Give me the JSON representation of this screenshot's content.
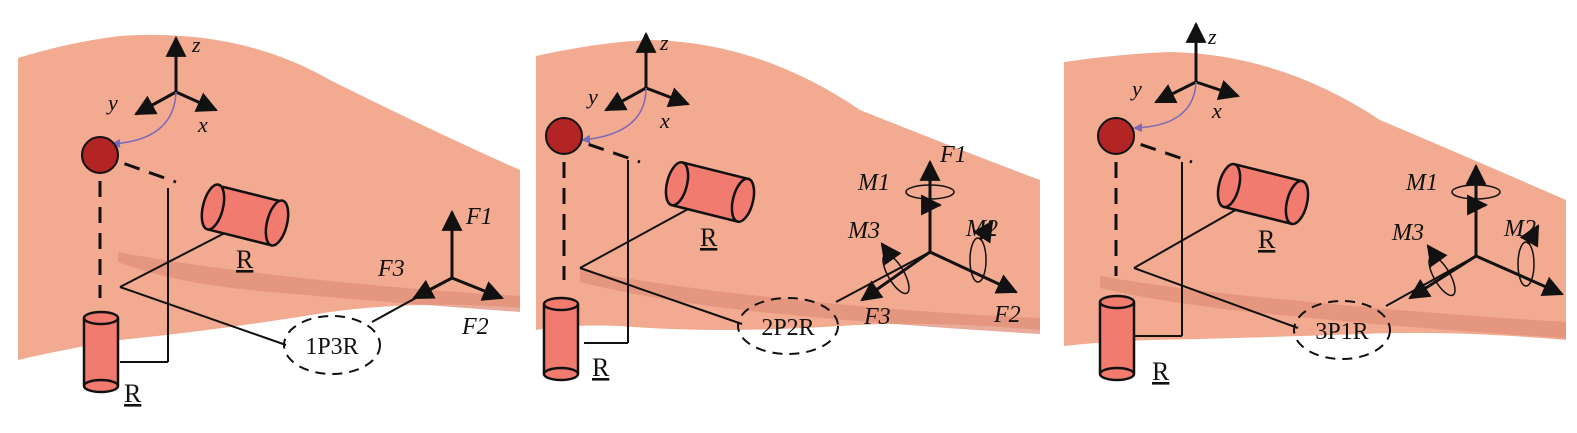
{
  "panels": [
    {
      "id": "1P3R",
      "coord_axes": {
        "x": "x",
        "y": "y",
        "z": "z"
      },
      "joint_labels": [
        "R",
        "R"
      ],
      "mechanism_label": "1P3R",
      "forces": [
        "F1",
        "F2",
        "F3"
      ],
      "moments": []
    },
    {
      "id": "2P2R",
      "coord_axes": {
        "x": "x",
        "y": "y",
        "z": "z"
      },
      "joint_labels": [
        "R",
        "R"
      ],
      "mechanism_label": "2P2R",
      "forces": [
        "F1",
        "F2",
        "F3"
      ],
      "moments": [
        "M1",
        "M2",
        "M3"
      ]
    },
    {
      "id": "3P1R",
      "coord_axes": {
        "x": "x",
        "y": "y",
        "z": "z"
      },
      "joint_labels": [
        "R",
        "R"
      ],
      "mechanism_label": "3P1R",
      "forces": [],
      "moments": [
        "M1",
        "M2",
        "M3"
      ]
    }
  ],
  "colors": {
    "skin": "#f2aa90",
    "skin_fold": "#e08f78",
    "joint_ball": "#b32424",
    "cylinder": "#f07b6e",
    "line": "#111111",
    "coord_arrow": "#7a6ab8"
  }
}
